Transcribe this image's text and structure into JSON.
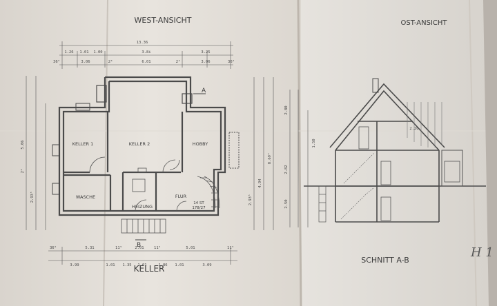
{
  "sheet": {
    "west_title": "WEST-ANSICHT",
    "ost_title": "OST-ANSICHT",
    "plan_title": "KELLER",
    "section_title": "SCHNITT A-B"
  },
  "rooms": {
    "keller1": "KELLER 1",
    "keller2": "KELLER 2",
    "hobby": "HOBBY",
    "wasche": "WASCHE",
    "heizung": "HEIZUNG",
    "flur": "FLUR",
    "stair": "14 ST",
    "stair2": "178/27"
  },
  "markers": {
    "a": "A",
    "b": "B"
  },
  "dimensions": {
    "top1": "13.36",
    "top2a": "1.26",
    "top2b": "1.01",
    "top2c": "1.00",
    "top2d": "3.8i",
    "top2e": "3.25",
    "top3a": "36⁵",
    "top3b": "3.06",
    "top3c": "2⁴",
    "top3d": "6.01",
    "top3e": "2⁴",
    "top3f": "3.06",
    "top3g": "36⁵",
    "bot1a": "36⁵",
    "bot1b": "5.31",
    "bot1c": "11⁵",
    "bot1d": "2.01",
    "bot1e": "11⁵",
    "bot1f": "5.01",
    "bot1g": "11⁵",
    "bot2a": "3.99",
    "bot2b": "1.01",
    "bot2c": "1.35",
    "bot2d": "1.01",
    "bot2e": "1.86",
    "bot2f": "1.01",
    "bot2g": "3.09",
    "left1": "5.06",
    "left2": "2⁴",
    "left3": "2.93⁵",
    "right1": "8.69⁵",
    "right2": "4.94",
    "right3": "2.93⁵"
  },
  "section_dims": {
    "a": "2.80",
    "b": "1.50",
    "c": "2.82",
    "d": "2.50",
    "e": "2.20"
  },
  "scribble": "H 1 L"
}
